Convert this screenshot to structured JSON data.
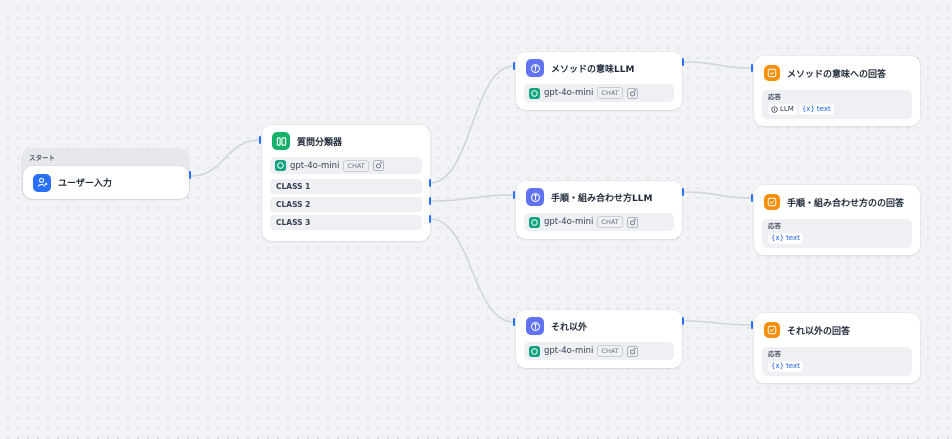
{
  "colors": {
    "canvas_bg": "#f2f3f6",
    "edge": "#d0d5dd",
    "handle": "#2970ff",
    "start_icon": "#2970ff",
    "classifier_icon": "#17b26a",
    "llm_icon": "#6172f3",
    "answer_icon": "#f79009",
    "openai_icon": "#10a37f"
  },
  "start": {
    "group_label": "スタート",
    "title": "ユーザー入力",
    "icon": "user-input-icon"
  },
  "classifier": {
    "title": "質問分類器",
    "icon": "question-classifier-icon",
    "model": "gpt-4o-mini",
    "model_mode": "CHAT",
    "classes": [
      "CLASS 1",
      "CLASS 2",
      "CLASS 3"
    ]
  },
  "llm_nodes": [
    {
      "title": "メソッドの意味LLM",
      "model": "gpt-4o-mini",
      "model_mode": "CHAT",
      "icon": "llm-icon"
    },
    {
      "title": "手順・組み合わせ方LLM",
      "model": "gpt-4o-mini",
      "model_mode": "CHAT",
      "icon": "llm-icon"
    },
    {
      "title": "それ以外",
      "model": "gpt-4o-mini",
      "model_mode": "CHAT",
      "icon": "llm-icon"
    }
  ],
  "answer_nodes": [
    {
      "title": "メソッドの意味への回答",
      "response_label": "応答",
      "ref_node": "LLM",
      "var": "text",
      "icon": "answer-icon"
    },
    {
      "title": "手順・組み合わせ方のの回答",
      "response_label": "応答",
      "var": "text",
      "icon": "answer-icon"
    },
    {
      "title": "それ以外の回答",
      "response_label": "応答",
      "var": "text",
      "icon": "answer-icon"
    }
  ],
  "var_prefix": "{x}"
}
